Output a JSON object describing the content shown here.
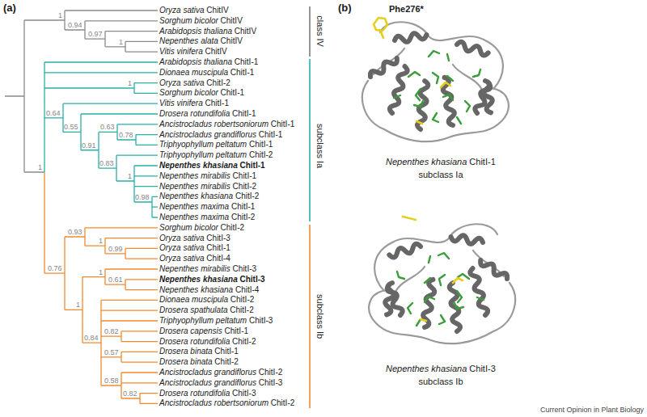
{
  "diagram": {
    "labels": [
      "(a)",
      "Oryza sativa ChitIV",
      "Sorghum bicolor ChitIV",
      "Arabidopsis thaliana ChitIV",
      "Nepenthes alata ChitIV",
      "Vitis vinifera ChitIV",
      "Arabidopsis thaliana ChitI-1",
      "Dionaea muscipula ChitI-1",
      "Oryza sativa ChitI-2",
      "Sorghum bicolor ChitI-1",
      "Vitis vinifera ChitI-1",
      "Drosera rotundifolia ChitI-1",
      "Ancistrocladus robertsoniorum ChitI-1",
      "Ancistrocladus grandiflorus ChitI-1",
      "Triphyophyllum peltatum ChitI-1",
      "Triphyophyllum peltatum ChitI-2",
      "Nepenthes khasiana ChitI-1",
      "Nepenthes mirabilis ChitI-1",
      "Nepenthes mirabilis ChitI-2",
      "Nepenthes khasiana ChitI-2",
      "Nepenthes maxima ChitI-1",
      "Nepenthes maxima ChitI-2",
      "Sorghum bicolor ChitI-2",
      "Oryza sativa ChitI-3",
      "Oryza sativa ChitI-1",
      "Oryza sativa ChitI-4",
      "Nepenthes mirabilis ChitI-3",
      "Nepenthes khasiana ChitI-3",
      "Nepenthes khasiana ChitI-4",
      "Dionaea muscipula ChitI-2",
      "Drosera spathulata ChitI-2",
      "Triphyophyllum peltatum ChitI-3",
      "Drosera capensis ChitI-1",
      "Drosera rotundifolia ChitI-2",
      "Drosera binata ChitI-1",
      "Drosera binata ChitI-2",
      "Ancistrocladus grandiflorus ChitI-2",
      "Ancistrocladus grandiflorus ChitI-3",
      "Drosera rotundifolia ChitI-3",
      "Ancistrocladus robertsoniorum ChitI-2",
      "1",
      "0.94",
      "0.97",
      "1",
      "1",
      "1",
      "0.64",
      "0.55",
      "0.63",
      "0.78",
      "0.91",
      "0.83",
      "1",
      "0.98",
      "0.93",
      "1",
      "0.99",
      "0.76",
      "1",
      "0.61",
      "1",
      "0.82",
      "0.84",
      "0.57",
      "0.58",
      "0.82",
      "class IV",
      "subclass Ia",
      "subclass Ib",
      "(b)",
      "Phe276*",
      "Nepenthes khasiana ChitI-1",
      "subclass Ia",
      "Nepenthes khasiana ChitI-3",
      "subclass Ib",
      "Current Opinion in Plant Biology"
    ]
  }
}
